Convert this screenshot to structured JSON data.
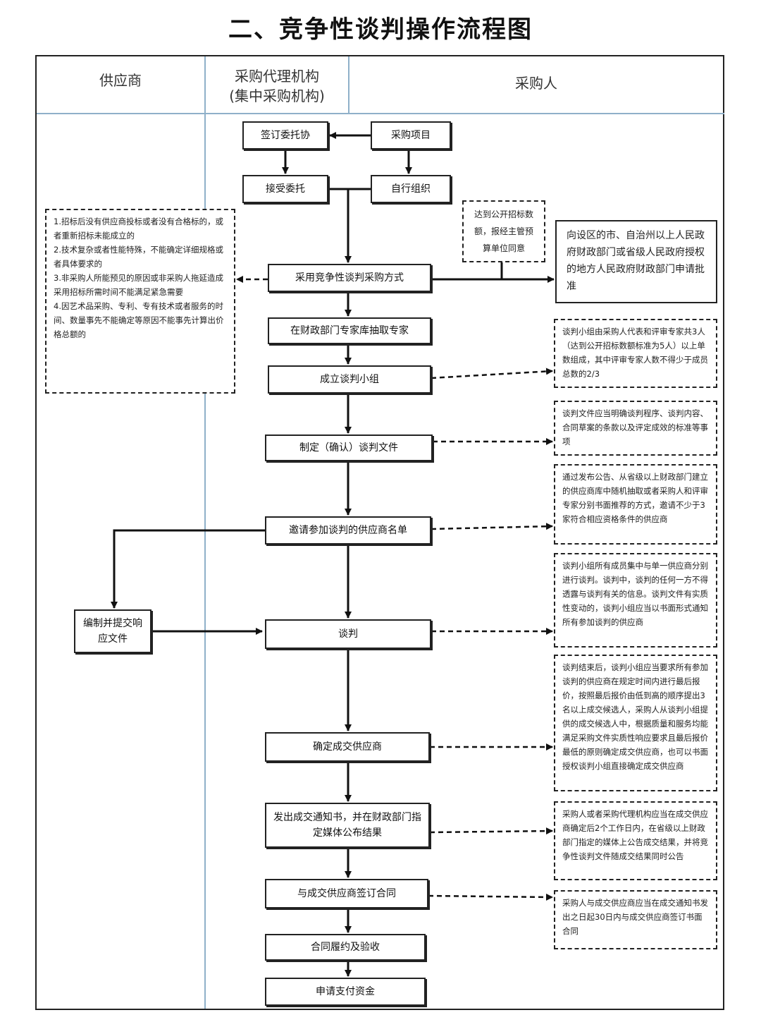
{
  "title": "二、竞争性谈判操作流程图",
  "lanes": {
    "supplier": "供应商",
    "agency_line1": "采购代理机构",
    "agency_line2": "(集中采购机构)",
    "purchaser": "采购人"
  },
  "boxes": {
    "sign_entrust": "签订委托协",
    "project": "采购项目",
    "accept_entrust": "接受委托",
    "self_organize": "自行组织",
    "adopt_method": "采用竞争性谈判采购方式",
    "extract_experts": "在财政部门专家库抽取专家",
    "form_group": "成立谈判小组",
    "make_docs": "制定（确认）谈判文件",
    "invite_list": "邀请参加谈判的供应商名单",
    "prepare_response": "编制并提交响应文件",
    "negotiate": "谈判",
    "confirm_supplier": "确定成交供应商",
    "issue_notice": "发出成交通知书，并在财政部门指定媒体公布结果",
    "sign_contract": "与成交供应商签订合同",
    "perform_accept": "合同履约及验收",
    "apply_payment": "申请支付资金"
  },
  "notes": {
    "conditions": [
      "1.招标后没有供应商投标或者没有合格标的，或者重新招标未能成立的",
      "2.技术复杂或者性能特殊，不能确定详细规格或者具体要求的",
      "3.非采购人所能预见的原因或非采购人拖延造成采用招标所需时间不能满足紧急需要",
      "4.因艺术品采购、专利、专有技术或者服务的时间、数量事先不能确定等原因不能事先计算出价格总额的"
    ],
    "threshold": "达到公开招标数额，报经主管预算单位同意",
    "approval": "向设区的市、自治州以上人民政府财政部门或省级人民政府授权的地方人民政府财政部门申请批准",
    "group_rule": "谈判小组由采购人代表和评审专家共3人（达到公开招标数额标准为5人）以上单数组成，其中评审专家人数不得少于成员总数的2/3",
    "docs_rule": "谈判文件应当明确谈判程序、谈判内容、合同草案的条款以及评定成效的标准等事项",
    "invite_rule": "通过发布公告、从省级以上财政部门建立的供应商库中随机抽取或者采购人和评审专家分别书面推荐的方式，邀请不少于3家符合相应资格条件的供应商",
    "negotiate_rule": "谈判小组所有成员集中与单一供应商分别进行谈判。谈判中，谈判的任何一方不得透露与谈判有关的信息。谈判文件有实质性变动的，谈判小组应当以书面形式通知所有参加谈判的供应商",
    "confirm_rule": "谈判结束后，谈判小组应当要求所有参加谈判的供应商在规定时间内进行最后报价，按照最后报价由低到高的顺序提出3名以上成交候选人，采购人从谈判小组提供的成交候选人中，根据质量和服务均能满足采购文件实质性响应要求且最后报价最低的原则确定成交供应商，也可以书面授权谈判小组直接确定成交供应商",
    "notice_rule": "采购人或者采购代理机构应当在成交供应商确定后2个工作日内，在省级以上财政部门指定的媒体上公告成交结果，并将竞争性谈判文件随成交结果同时公告",
    "contract_rule": "采购人与成交供应商应当在成交通知书发出之日起30日内与成交供应商签订书面合同"
  }
}
